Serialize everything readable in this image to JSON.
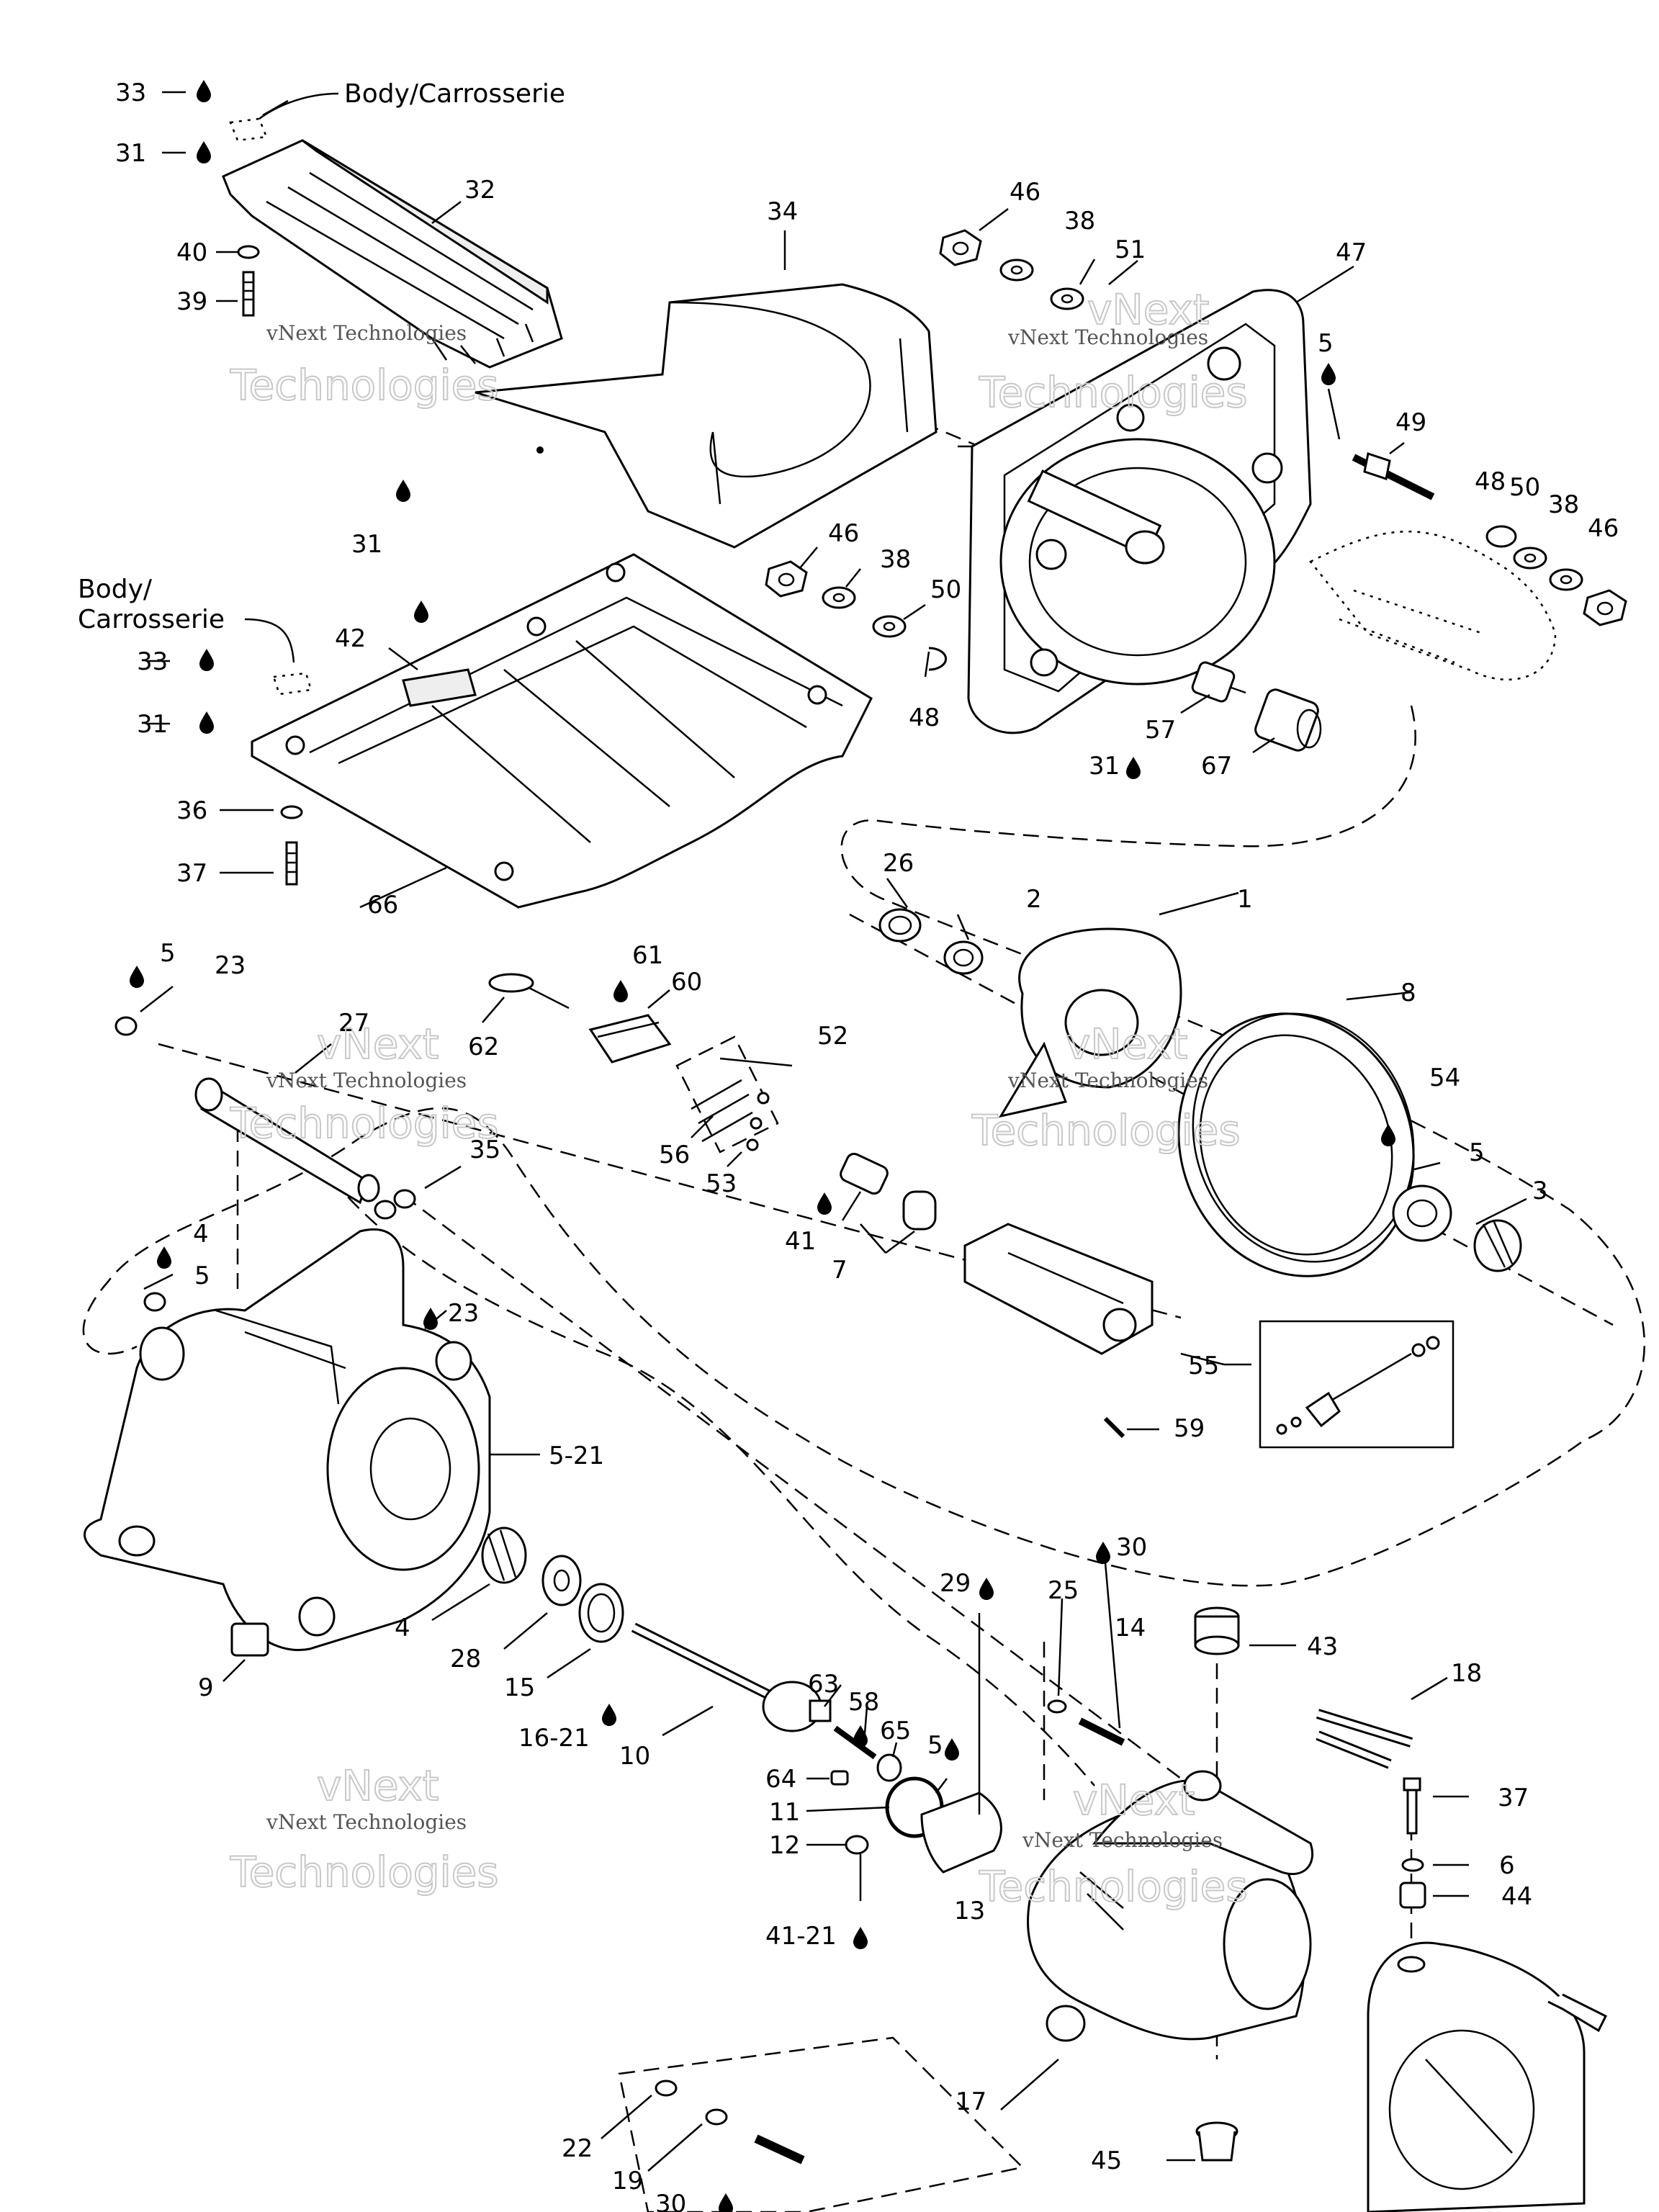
{
  "annotations": {
    "body_top": "Body/Carrosserie",
    "body_mid_1": "Body/",
    "body_mid_2": "Carrosserie"
  },
  "watermark": {
    "line1": "vNext Technologies",
    "line2": "vNext",
    "line3": "Technologies"
  },
  "callouts": [
    "33",
    "31",
    "32",
    "40",
    "39",
    "34",
    "46",
    "38",
    "51",
    "47",
    "5",
    "49",
    "48",
    "50",
    "38",
    "46",
    "31",
    "46",
    "38",
    "50",
    "48",
    "57",
    "31",
    "67",
    "42",
    "33",
    "31",
    "36",
    "37",
    "66",
    "26",
    "2",
    "1",
    "8",
    "5",
    "23",
    "27",
    "62",
    "61",
    "60",
    "52",
    "35",
    "56",
    "53",
    "41",
    "54",
    "5",
    "3",
    "4",
    "5",
    "23",
    "5-21",
    "7",
    "55",
    "59",
    "4",
    "9",
    "28",
    "15",
    "16-21",
    "10",
    "29",
    "30",
    "25",
    "14",
    "43",
    "18",
    "63",
    "58",
    "65",
    "5",
    "64",
    "11",
    "12",
    "13",
    "41-21",
    "37",
    "6",
    "44",
    "17",
    "22",
    "19",
    "30",
    "45"
  ],
  "oil_drop_icon": "oil-drop-icon",
  "colors": {
    "ink": "#000000",
    "paper": "#ffffff"
  }
}
